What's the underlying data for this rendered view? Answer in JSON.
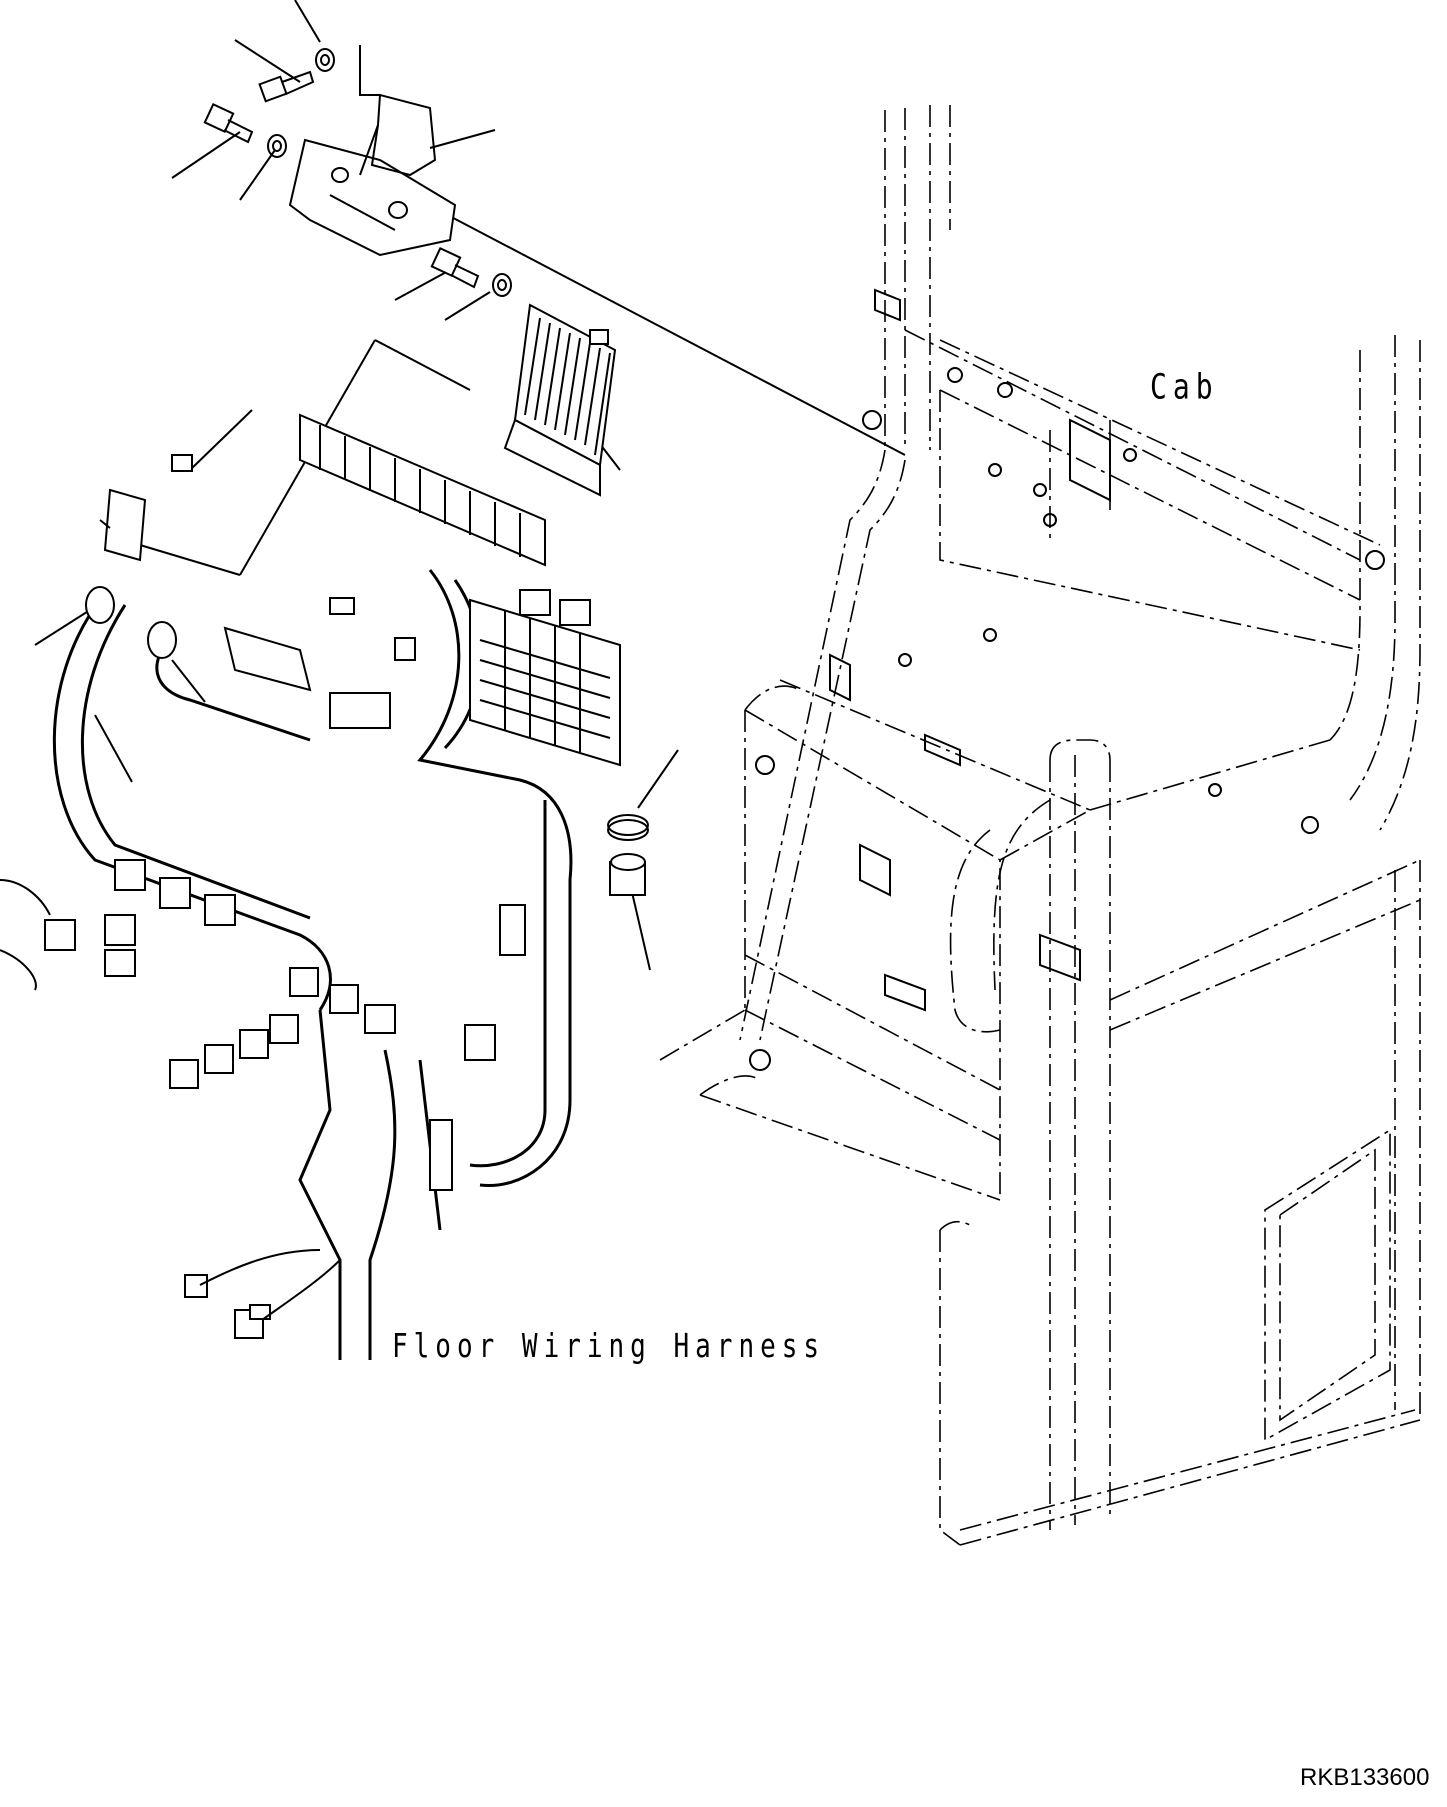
{
  "labels": {
    "cab": "Cab",
    "floor_harness": "Floor Wiring Harness",
    "reference_code": "RKB133600"
  },
  "colors": {
    "line": "#000000",
    "background": "#ffffff"
  }
}
